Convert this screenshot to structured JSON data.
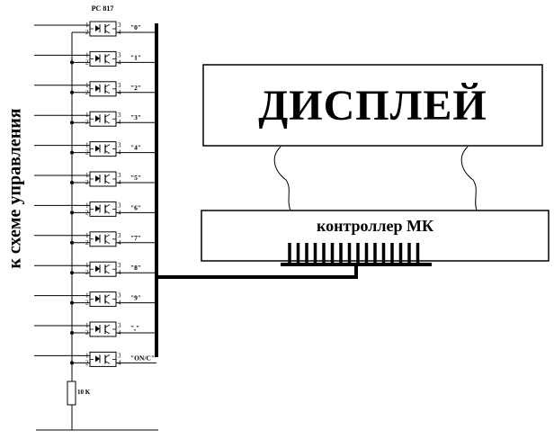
{
  "side_label": "к схеме управления",
  "optocoupler_part": "PC 817",
  "display_label": "ДИСПЛЕЙ",
  "controller_label": "контроллер МК",
  "resistor_label": "10 K",
  "pin_labels": [
    "1",
    "2",
    "3",
    "4"
  ],
  "signals": [
    "\"0\"",
    "\"1\"",
    "\"2\"",
    "\"3\"",
    "\"4\"",
    "\"5\"",
    "\"6\"",
    "\"7\"",
    "\"8\"",
    "\"9\"",
    "\",\"",
    "\"ON/C\""
  ]
}
